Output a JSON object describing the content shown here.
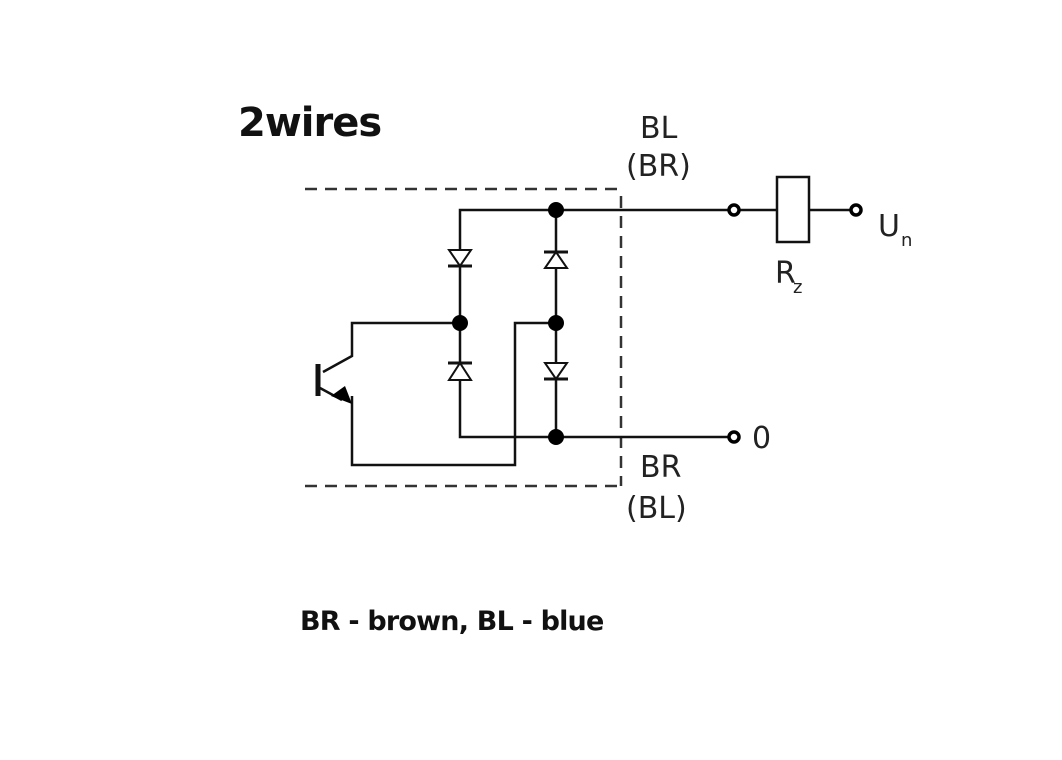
{
  "title": "2wires",
  "labels": {
    "top_wire_color": "BL",
    "top_wire_alt_color": "(BR)",
    "bottom_wire_color": "BR",
    "bottom_wire_alt_color": "(BL)",
    "supply": "U",
    "supply_sub": "n",
    "zero": "0",
    "resistor": "R",
    "resistor_sub": "z"
  },
  "legend": "BR - brown, BL - blue",
  "components": {
    "transistor": "PNP transistor",
    "bridge_rectifier_diodes": 4,
    "load_resistor": "Rz"
  }
}
